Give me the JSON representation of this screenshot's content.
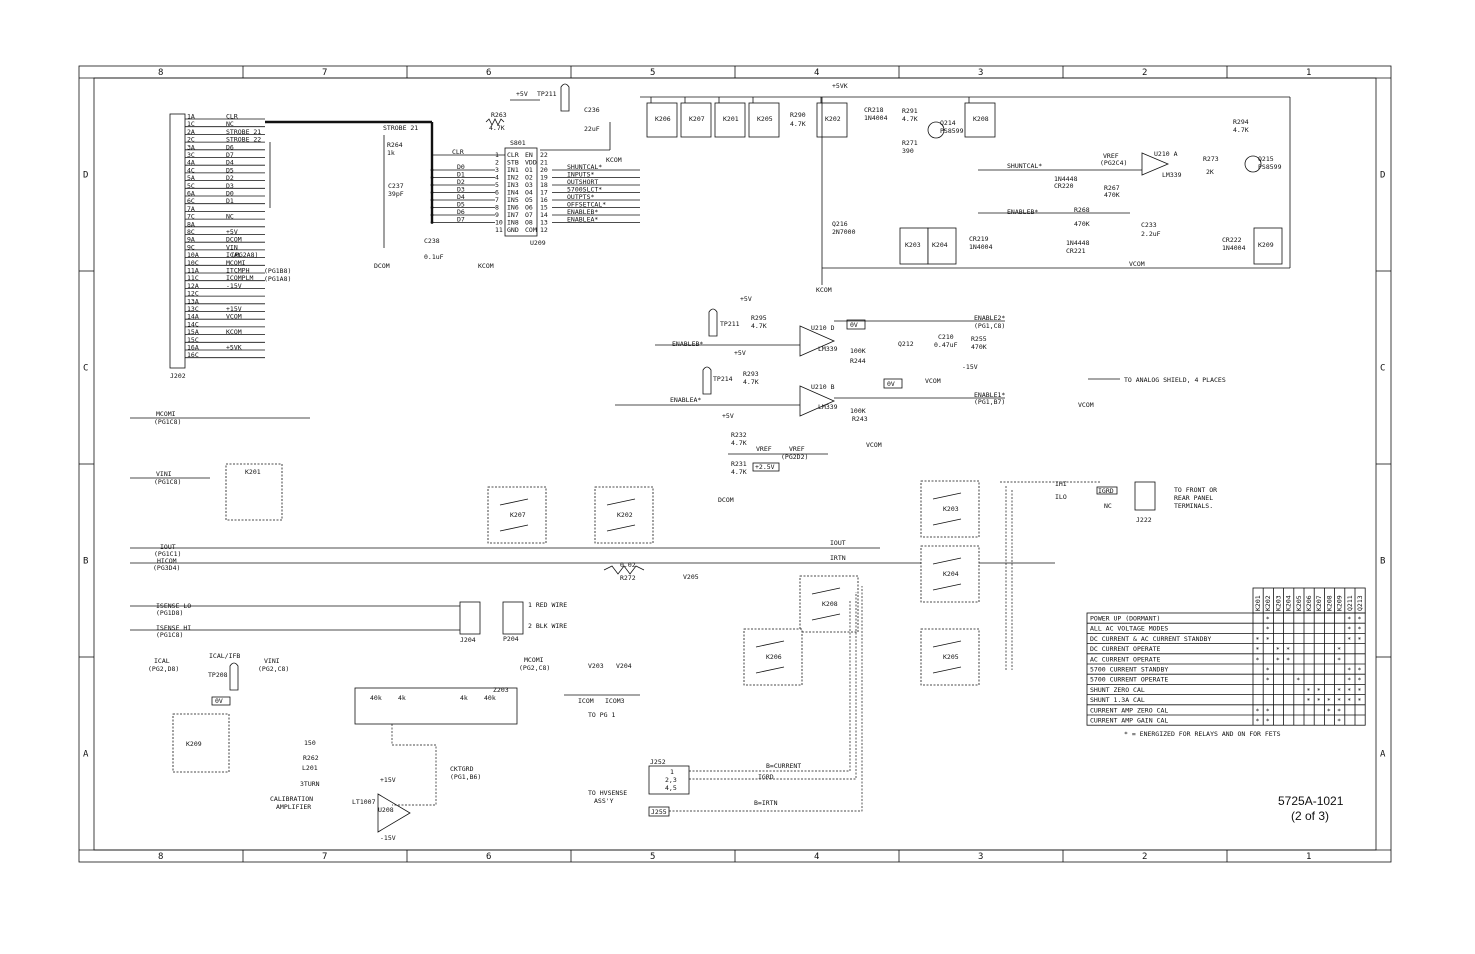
{
  "border": {
    "zones_top": [
      "8",
      "7",
      "6",
      "5",
      "4",
      "3",
      "2",
      "1"
    ],
    "zones_bottom": [
      "8",
      "7",
      "6",
      "5",
      "4",
      "3",
      "2",
      "1"
    ],
    "zones_side": [
      "D",
      "C",
      "B",
      "A"
    ]
  },
  "title_block": {
    "drawing_number": "5725A-1021",
    "sheet": "(2 of 3)"
  },
  "j202": {
    "ref": "J202",
    "pins": [
      {
        "pin": "1A",
        "signal": "CLR"
      },
      {
        "pin": "1C",
        "signal": "NC"
      },
      {
        "pin": "2A",
        "signal": "STROBE 21"
      },
      {
        "pin": "2C",
        "signal": "STROBE 22"
      },
      {
        "pin": "3A",
        "signal": "D6"
      },
      {
        "pin": "3C",
        "signal": "D7"
      },
      {
        "pin": "4A",
        "signal": "D4"
      },
      {
        "pin": "4C",
        "signal": "D5"
      },
      {
        "pin": "5A",
        "signal": "D2"
      },
      {
        "pin": "5C",
        "signal": "D3"
      },
      {
        "pin": "6A",
        "signal": "D0"
      },
      {
        "pin": "6C",
        "signal": "D1"
      },
      {
        "pin": "7A",
        "signal": ""
      },
      {
        "pin": "7C",
        "signal": "NC"
      },
      {
        "pin": "8A",
        "signal": ""
      },
      {
        "pin": "8C",
        "signal": "+5V"
      },
      {
        "pin": "9A",
        "signal": "DCOM"
      },
      {
        "pin": "9C",
        "signal": "VIN"
      },
      {
        "pin": "10A",
        "signal": "ICAL"
      },
      {
        "pin": "10C",
        "signal": "MCOMI"
      },
      {
        "pin": "11A",
        "signal": "ITCMPH"
      },
      {
        "pin": "11C",
        "signal": "ICOMPLM"
      },
      {
        "pin": "12A",
        "signal": "-15V"
      },
      {
        "pin": "12C",
        "signal": ""
      },
      {
        "pin": "13A",
        "signal": ""
      },
      {
        "pin": "13C",
        "signal": "+15V"
      },
      {
        "pin": "14A",
        "signal": "VCOM"
      },
      {
        "pin": "14C",
        "signal": ""
      },
      {
        "pin": "15A",
        "signal": "KCOM"
      },
      {
        "pin": "15C",
        "signal": ""
      },
      {
        "pin": "16A",
        "signal": "+5VK"
      },
      {
        "pin": "16C",
        "signal": ""
      }
    ],
    "refs": [
      "(PG2A8)",
      "(PG1B8)",
      "(PG1A8)"
    ]
  },
  "u801": {
    "ref": "S801",
    "sub": "U209",
    "left": [
      [
        "1",
        "CLR"
      ],
      [
        "2",
        "STB"
      ],
      [
        "3",
        "IN1"
      ],
      [
        "4",
        "IN2"
      ],
      [
        "5",
        "IN3"
      ],
      [
        "6",
        "IN4"
      ],
      [
        "7",
        "IN5"
      ],
      [
        "8",
        "IN6"
      ],
      [
        "9",
        "IN7"
      ],
      [
        "10",
        "IN8"
      ],
      [
        "11",
        "GND"
      ]
    ],
    "right": [
      [
        "22",
        "EN"
      ],
      [
        "21",
        "VDD"
      ],
      [
        "20",
        "O1"
      ],
      [
        "19",
        "O2"
      ],
      [
        "18",
        "O3"
      ],
      [
        "17",
        "O4"
      ],
      [
        "16",
        "O5"
      ],
      [
        "15",
        "O6"
      ],
      [
        "14",
        "O7"
      ],
      [
        "13",
        "O8"
      ],
      [
        "12",
        "COM"
      ]
    ],
    "outputs": [
      "SHUNTCAL*",
      "INPUTS*",
      "OUTSHORT",
      "5700SLCT*",
      "OUTPTS*",
      "OFFSETCAL*",
      "ENABLEB*",
      "ENABLEA*"
    ],
    "data_lines": [
      "D0",
      "D1",
      "D2",
      "D3",
      "D4",
      "D5",
      "D6",
      "D7"
    ],
    "clr_label": "CLR"
  },
  "components": {
    "r263": [
      "R263",
      "4.7K"
    ],
    "r264": [
      "R264",
      "1k"
    ],
    "c237": [
      "C237",
      "39pF"
    ],
    "c236": [
      "C236",
      "22uF"
    ],
    "c238": [
      "C238",
      "0.1uF"
    ],
    "tp211": "TP211",
    "plus5v": "+5V",
    "plus5vk": "+5VK",
    "dcom": "DCOM",
    "kcom": "KCOM",
    "vcom": "VCOM",
    "relays_top": [
      "K206",
      "K207",
      "K201",
      "K205",
      "K202",
      "K208"
    ],
    "r290": [
      "R290",
      "4.7K"
    ],
    "r291": [
      "R291",
      "4.7K"
    ],
    "r271": [
      "R271",
      "390"
    ],
    "cr218": [
      "CR218",
      "1N4004"
    ],
    "q214": [
      "Q214",
      "PS8599"
    ],
    "r294": [
      "R294",
      "4.7K"
    ],
    "q215": [
      "Q215",
      "PS8599"
    ],
    "r273": [
      "R273",
      "2K"
    ],
    "u210a": [
      "U210 A",
      "LM339"
    ],
    "vref": "VREF",
    "vref_ref": "(PG2C4)",
    "cr220": [
      "1N4448",
      "CR220"
    ],
    "r267": [
      "R267",
      "470K"
    ],
    "r268": [
      "R268",
      "470K"
    ],
    "cr221": [
      "1N4448",
      "CR221"
    ],
    "c233": [
      "C233",
      "2.2uF"
    ],
    "q216": [
      "Q216",
      "2N7000"
    ],
    "cr219": [
      "CR219",
      "1N4004"
    ],
    "cr222": [
      "CR222",
      "1N4004"
    ],
    "k203": "K203",
    "k204": "K204",
    "k209": "K209",
    "shuntcal": "SHUNTCAL*",
    "enableb": "ENABLEB*",
    "enablea": "ENABLEA*",
    "r295": [
      "R295",
      "4.7K"
    ],
    "tp211b": "TP211",
    "u210d": [
      "U210 D",
      "LM339"
    ],
    "zero_v": "0V",
    "c210": [
      "C210",
      "0.47uF"
    ],
    "r255": [
      "R255",
      "470K"
    ],
    "q212": "Q212",
    "r244": [
      "100K",
      "R244"
    ],
    "minus15v": "-15V",
    "enable2": "ENABLE2*",
    "enable2_ref": "(PG1,C8)",
    "r293": [
      "R293",
      "4.7K"
    ],
    "tp214": "TP214",
    "u210b": [
      "U210 B",
      "LM339"
    ],
    "r243": [
      "100K",
      "R243"
    ],
    "enable1": "ENABLE1*",
    "enable1_ref": "(PG1,B7)",
    "analog_note": "TO ANALOG SHIELD, 4 PLACES",
    "r232": [
      "R232",
      "4.7K"
    ],
    "r231": [
      "R231",
      "4.7K"
    ],
    "vref_out": "VREF",
    "vref_ref2": "(PG2D2)",
    "plus25v": "+2.5V"
  },
  "lower": {
    "mcomi": [
      "MCOMI",
      "(PG1C8)"
    ],
    "vini": [
      "VINI",
      "(PG1C8)"
    ],
    "k201": "K201",
    "iout": [
      "IOUT",
      "(PG1C1)"
    ],
    "hicom": [
      "HICOM",
      "(PG3D4)"
    ],
    "isense_lo": [
      "ISENSE LO",
      "(PG1D8)"
    ],
    "isense_hi": [
      "ISENSE HI",
      "(PG1C8)"
    ],
    "k207": "K207",
    "k202": "K202",
    "k203": "K203",
    "k204": "K204",
    "k208": "K208",
    "k206": "K206",
    "k205": "K205",
    "k209": "K209",
    "r272": [
      "0.02",
      "R272"
    ],
    "v205": "V205",
    "v203": "V203",
    "v204": "V204",
    "icom": "ICOM",
    "icom3": "ICOM3",
    "to_pg1": "TO PG 1",
    "j204": "J204",
    "p204": "P204",
    "red_wire": "1 RED WIRE",
    "blk_wire": "2 BLK WIRE",
    "iout_net": "IOUT",
    "irtn_net": "IRTN",
    "ihi": "IHI",
    "ilo": "ILO",
    "igrd": "IGRD",
    "nc": "NC",
    "j222": "J222",
    "terminals": [
      "TO FRONT OR",
      "REAR PANEL",
      "TERMINALS."
    ],
    "ical": [
      "ICAL",
      "(PG2,D8)"
    ],
    "icalifb": "ICAL/IFB",
    "tp208": "TP208",
    "vini2": [
      "VINI",
      "(PG2,C8)"
    ],
    "mcomi2": [
      "MCOMI",
      "(PG2,C8)"
    ],
    "r262": [
      "150",
      "R262"
    ],
    "l201": [
      "L201",
      "3TURN"
    ],
    "cal_amp": [
      "CALIBRATION",
      "AMPLIFIER"
    ],
    "lt1007": "LT1007",
    "u208": "U208",
    "plus15v": "+15V",
    "minus15v": "-15V",
    "z203": "Z203",
    "r40k": "40k",
    "r4k": "4k",
    "cktgrd": [
      "CKTGRD",
      "(PG1,B6)"
    ],
    "j252": "J252",
    "j255": "J255",
    "j252_pins": [
      "1",
      "2,3",
      "4,5"
    ],
    "bcurrent": "B=CURRENT",
    "igrd2": "IGRD",
    "birtn": "B=IRTN",
    "hvsense": [
      "TO HVSENSE",
      "ASS'Y"
    ]
  },
  "relay_table": {
    "columns": [
      "K201",
      "K202",
      "K203",
      "K204",
      "K205",
      "K206",
      "K207",
      "K208",
      "K209",
      "Q211",
      "Q213"
    ],
    "rows": [
      {
        "label": "POWER UP (DORMANT)",
        "marks": [
          0,
          1,
          0,
          0,
          0,
          0,
          0,
          0,
          0,
          1,
          1
        ]
      },
      {
        "label": "ALL AC VOLTAGE MODES",
        "marks": [
          0,
          1,
          0,
          0,
          0,
          0,
          0,
          0,
          0,
          1,
          1
        ]
      },
      {
        "label": "DC CURRENT & AC CURRENT STANDBY",
        "marks": [
          1,
          1,
          0,
          0,
          0,
          0,
          0,
          0,
          0,
          1,
          1
        ]
      },
      {
        "label": "DC CURRENT OPERATE",
        "marks": [
          1,
          0,
          1,
          1,
          0,
          0,
          0,
          0,
          1,
          0,
          0
        ]
      },
      {
        "label": "AC CURRENT OPERATE",
        "marks": [
          1,
          0,
          1,
          1,
          0,
          0,
          0,
          0,
          1,
          0,
          0
        ]
      },
      {
        "label": "5700 CURRENT STANDBY",
        "marks": [
          0,
          1,
          0,
          0,
          0,
          0,
          0,
          0,
          0,
          1,
          1
        ]
      },
      {
        "label": "5700 CURRENT OPERATE",
        "marks": [
          0,
          1,
          0,
          0,
          1,
          0,
          0,
          0,
          0,
          1,
          1
        ]
      },
      {
        "label": "SHUNT ZERO CAL",
        "marks": [
          0,
          0,
          0,
          0,
          0,
          1,
          1,
          0,
          1,
          1,
          1
        ]
      },
      {
        "label": "SHUNT 1.3A CAL",
        "marks": [
          0,
          0,
          0,
          0,
          0,
          1,
          1,
          1,
          1,
          1,
          1
        ]
      },
      {
        "label": "CURRENT AMP ZERO CAL",
        "marks": [
          1,
          1,
          0,
          0,
          0,
          0,
          0,
          1,
          1,
          0,
          0
        ]
      },
      {
        "label": "CURRENT AMP GAIN CAL",
        "marks": [
          1,
          1,
          0,
          0,
          0,
          0,
          0,
          0,
          1,
          0,
          0
        ]
      }
    ],
    "mark": "*",
    "legend": "* = ENERGIZED FOR RELAYS AND ON FOR FETS"
  }
}
